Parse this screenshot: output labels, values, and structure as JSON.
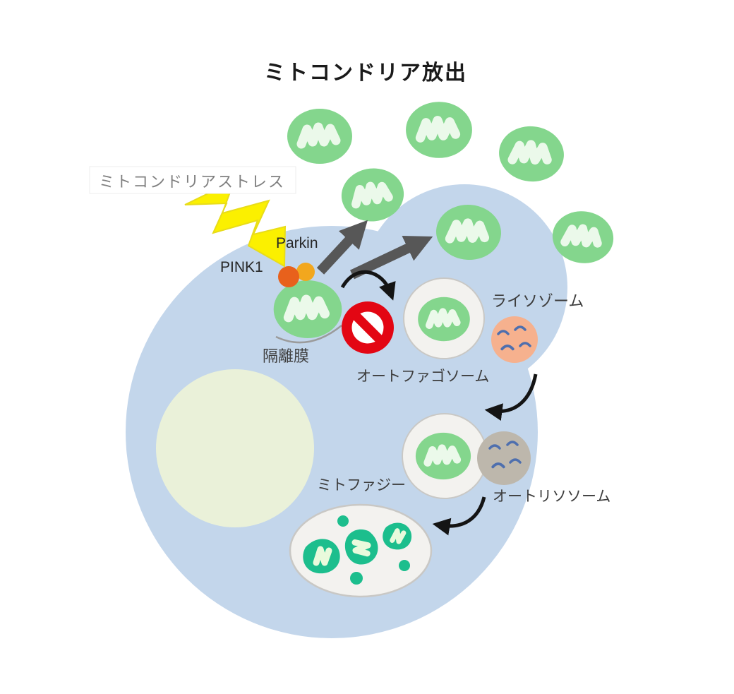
{
  "title": "ミトコンドリア放出",
  "labels": {
    "stress": "ミトコンドリアストレス",
    "parkin": "Parkin",
    "pink1": "PINK1",
    "isolation_membrane": "隔離膜",
    "lysosome": "ライソゾーム",
    "autophagosome": "オートファゴソーム",
    "mitophagy": "ミトファジー",
    "autolysosome": "オートリソソーム"
  },
  "colors": {
    "cell": "#C3D6EB",
    "nucleus": "#EAF1D9",
    "mito_body": "#84D68D",
    "mito_inner": "#EBF9EA",
    "pink1": "#E8611C",
    "parkin": "#F2A71E",
    "lightning": "#FBF000",
    "lightning_edge": "#E8DC1A",
    "arrow_gray": "#575757",
    "arrow_black": "#141414",
    "prohibited_red": "#E30613",
    "vesicle_fill": "#F3F2EF",
    "vesicle_stroke": "#C9C8C5",
    "lysosome_fill": "#F6B18E",
    "lysosome_gray": "#BDB7AC",
    "lyso_marks": "#4E6FAE",
    "degraded_teal": "#1CBE8D",
    "degraded_inner": "#E9FADC",
    "membrane_line": "#9B9B9B",
    "label_text": "#3D3D3D",
    "title_text": "#1A1A1A",
    "stress_text": "#7F7F7F",
    "stress_box_stroke": "#ECECEC"
  }
}
